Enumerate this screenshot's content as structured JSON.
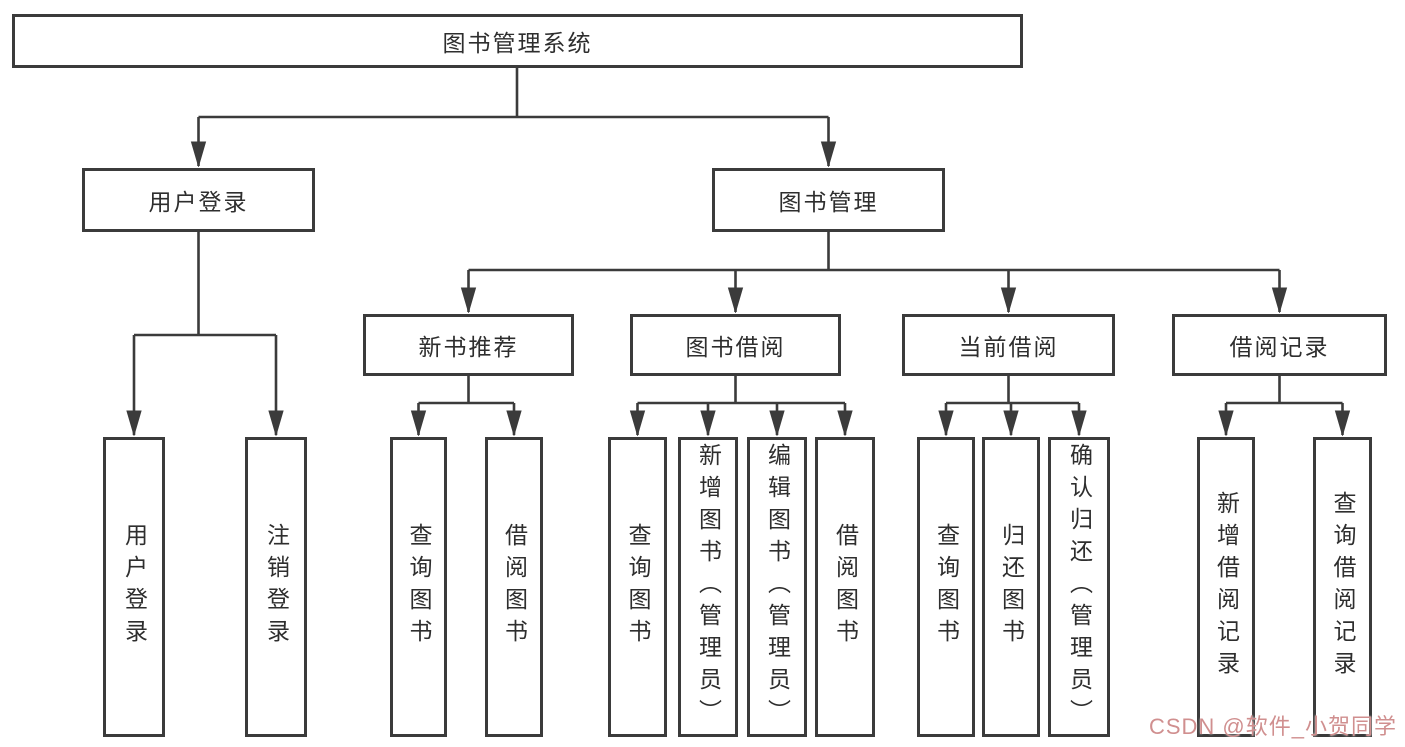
{
  "diagram": {
    "type": "hierarchy-structure-chart",
    "colors": {
      "line": "#3b3b3b",
      "box_border": "#3b3b3b",
      "text": "#2e2e2e",
      "background": "#ffffff",
      "watermark": "#d08f8f"
    },
    "nodes": {
      "root": {
        "label": "图书管理系统"
      },
      "user_login": {
        "label": "用户登录"
      },
      "book_mgmt": {
        "label": "图书管理"
      },
      "new_book_rec": {
        "label": "新书推荐"
      },
      "book_borrow": {
        "label": "图书借阅"
      },
      "current_borrow": {
        "label": "当前借阅"
      },
      "borrow_records": {
        "label": "借阅记录"
      },
      "leaf_user_login": {
        "label": "用户登录"
      },
      "leaf_logout": {
        "label": "注销登录"
      },
      "leaf_nbr_query": {
        "label": "查询图书"
      },
      "leaf_nbr_borrow": {
        "label": "借阅图书"
      },
      "leaf_bb_query": {
        "label": "查询图书"
      },
      "leaf_bb_add": {
        "label": "新增图书（管理员）"
      },
      "leaf_bb_edit": {
        "label": "编辑图书（管理员）"
      },
      "leaf_bb_borrow": {
        "label": "借阅图书"
      },
      "leaf_cb_query": {
        "label": "查询图书"
      },
      "leaf_cb_return": {
        "label": "归还图书"
      },
      "leaf_cb_confirm": {
        "label": "确认归还（管理员）"
      },
      "leaf_br_add": {
        "label": "新增借阅记录"
      },
      "leaf_br_query": {
        "label": "查询借阅记录"
      }
    },
    "hierarchy": {
      "图书管理系统": {
        "用户登录": [
          "用户登录",
          "注销登录"
        ],
        "图书管理": {
          "新书推荐": [
            "查询图书",
            "借阅图书"
          ],
          "图书借阅": [
            "查询图书",
            "新增图书（管理员）",
            "编辑图书（管理员）",
            "借阅图书"
          ],
          "当前借阅": [
            "查询图书",
            "归还图书",
            "确认归还（管理员）"
          ],
          "借阅记录": [
            "新增借阅记录",
            "查询借阅记录"
          ]
        }
      }
    }
  },
  "watermark": {
    "text": "CSDN @软件_小贺同学"
  }
}
